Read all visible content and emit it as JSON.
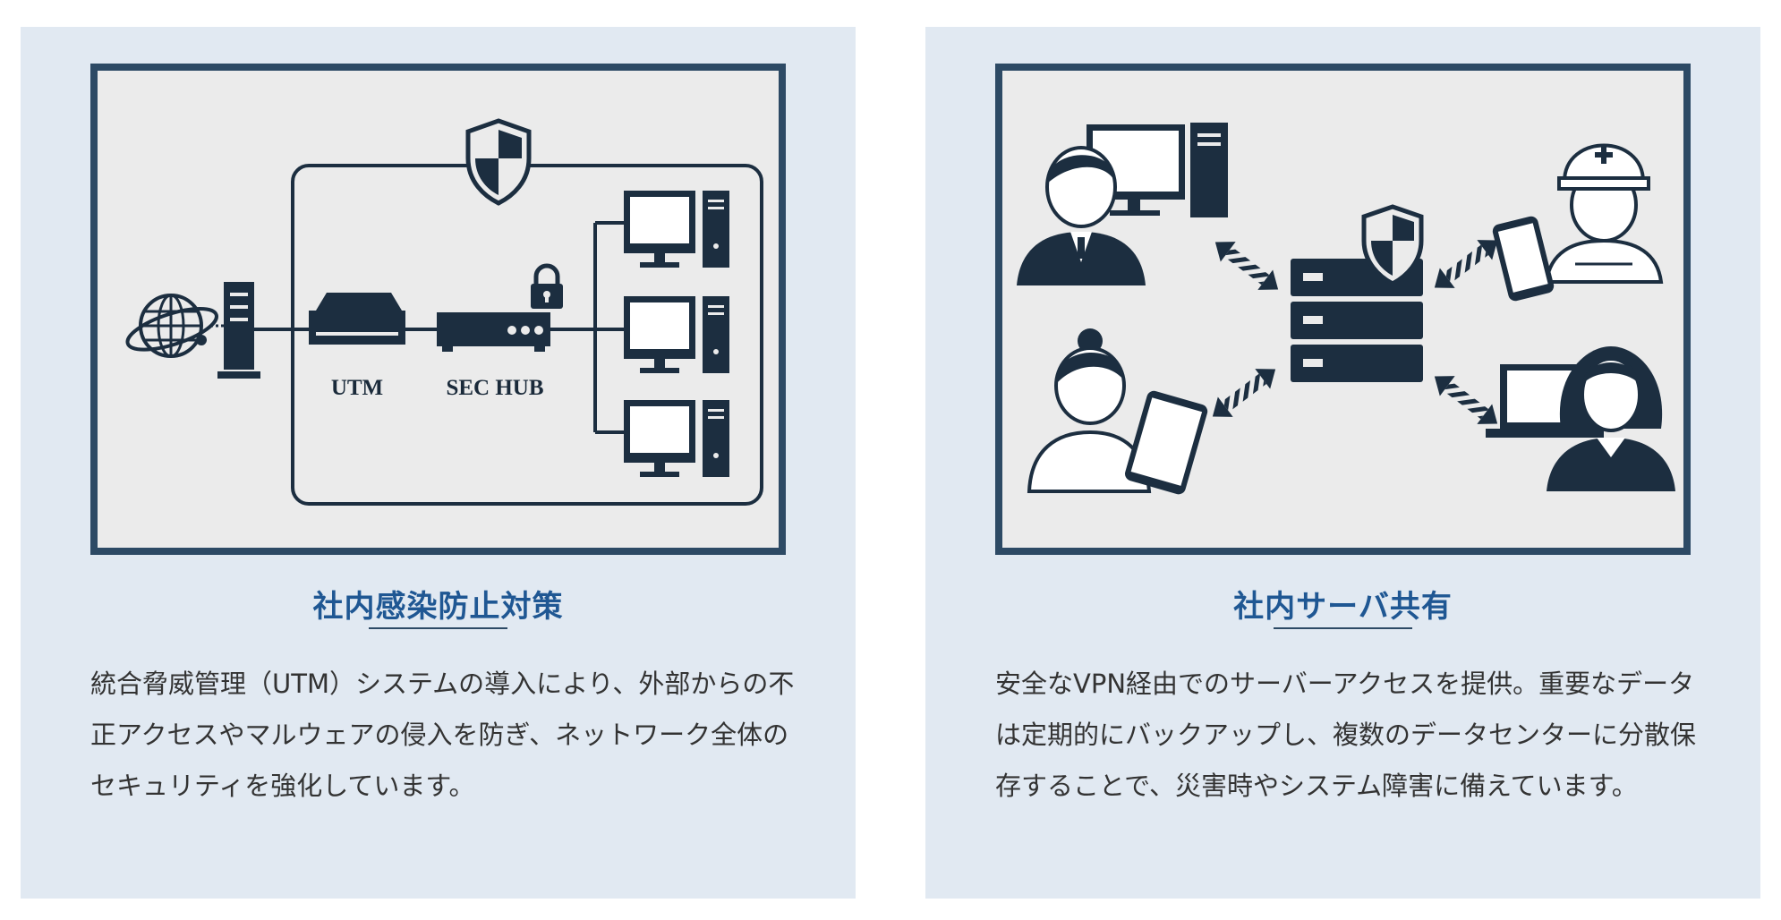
{
  "cards": [
    {
      "title": "社内感染防止対策",
      "description": "統合脅威管理（UTM）システムの導入により、外部からの不正アクセスやマルウェアの侵入を防ぎ、ネットワーク全体のセキュリティを強化しています。",
      "diagram": {
        "utm_label": "UTM",
        "hub_label": "SEC HUB"
      }
    },
    {
      "title": "社内サーバ共有",
      "description": "安全なVPN経由でのサーバーアクセスを提供。重要なデータは定期的にバックアップし、複数のデータセンターに分散保存することで、災害時やシステム障害に備えています。"
    }
  ],
  "colors": {
    "card_bg": "#e1e9f2",
    "frame_border": "#2d4a65",
    "frame_bg": "#ebebeb",
    "icon_dark": "#1c2e40",
    "title": "#1f5793",
    "text": "#333333"
  }
}
